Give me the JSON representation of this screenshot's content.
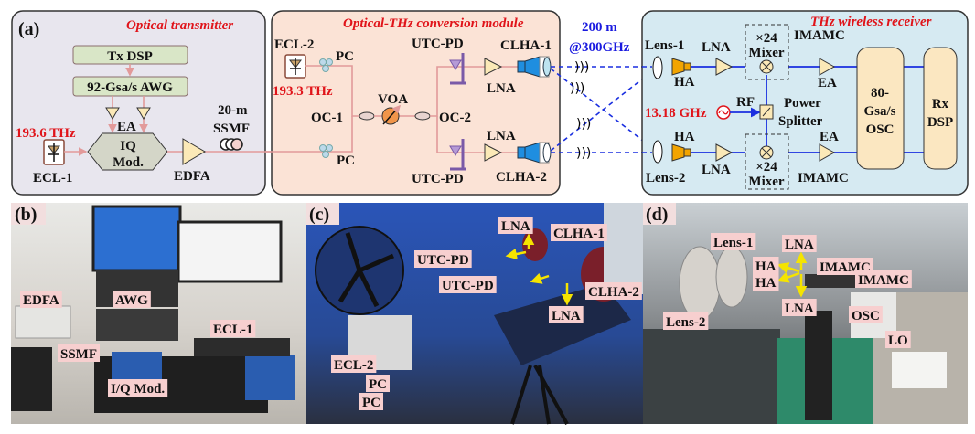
{
  "panel_a": {
    "label": "(a)",
    "transmitter": {
      "title": "Optical transmitter",
      "tx_dsp": "Tx DSP",
      "awg": "92-Gsa/s AWG",
      "ea": "EA",
      "iq_mod_line1": "IQ",
      "iq_mod_line2": "Mod.",
      "ecl1": "ECL-1",
      "ecl1_freq": "193.6 THz",
      "edfa": "EDFA",
      "fiber_length": "20-m",
      "fiber": "SSMF"
    },
    "conversion": {
      "title": "Optical-THz conversion module",
      "ecl2": "ECL-2",
      "ecl2_freq": "193.3 THz",
      "pc": "PC",
      "oc1": "OC-1",
      "voa": "VOA",
      "oc2": "OC-2",
      "utc_pd": "UTC-PD",
      "lna": "LNA",
      "clha1": "CLHA-1",
      "clha2": "CLHA-2"
    },
    "link": {
      "distance": "200 m",
      "frequency": "@300GHz"
    },
    "receiver": {
      "title": "THz wireless receiver",
      "lens1": "Lens-1",
      "lens2": "Lens-2",
      "ha": "HA",
      "lna": "LNA",
      "mixer_mult": "×24",
      "mixer": "Mixer",
      "imamc": "IMAMC",
      "ea": "EA",
      "rf_freq": "13.18 GHz",
      "rf": "RF",
      "splitter_line1": "Power",
      "splitter_line2": "Splitter",
      "osc_line1": "80-",
      "osc_line2": "Gsa/s",
      "osc_line3": "OSC",
      "rx_line1": "Rx",
      "rx_line2": "DSP"
    }
  },
  "panel_b": {
    "label": "(b)",
    "tags": [
      "EDFA",
      "AWG",
      "ECL-1",
      "SSMF",
      "I/Q Mod."
    ]
  },
  "panel_c": {
    "label": "(c)",
    "tags": [
      "LNA",
      "CLHA-1",
      "UTC-PD",
      "UTC-PD",
      "CLHA-2",
      "LNA",
      "ECL-2",
      "PC",
      "PC"
    ]
  },
  "panel_d": {
    "label": "(d)",
    "tags": [
      "Lens-1",
      "LNA",
      "HA",
      "HA",
      "IMAMC",
      "IMAMC",
      "LNA",
      "Lens-2",
      "OSC",
      "LO"
    ]
  },
  "colors": {
    "label_red": "#e0141a",
    "link_blue": "#1a2fe0",
    "fiber_pink": "#e29a9a",
    "tag_bg": "#f7cfcf",
    "arrow_yellow": "#f5e400"
  }
}
